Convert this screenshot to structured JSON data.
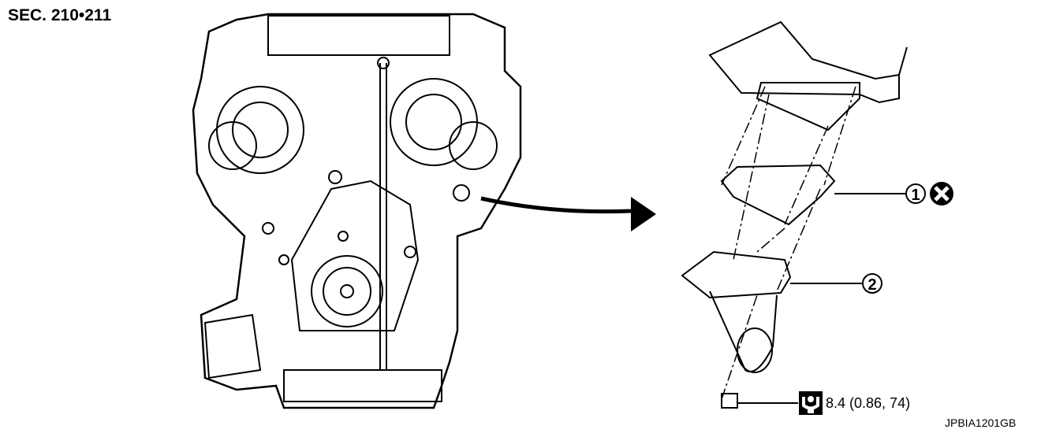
{
  "section_label": "SEC. 210•211",
  "callouts": [
    {
      "number": "1",
      "note_icon": "do-not-reuse-icon"
    },
    {
      "number": "2"
    }
  ],
  "torque": {
    "icon": "torque-wrench-icon",
    "value": "8.4 (0.86, 74)"
  },
  "figure_code": "JPBIA1201GB"
}
